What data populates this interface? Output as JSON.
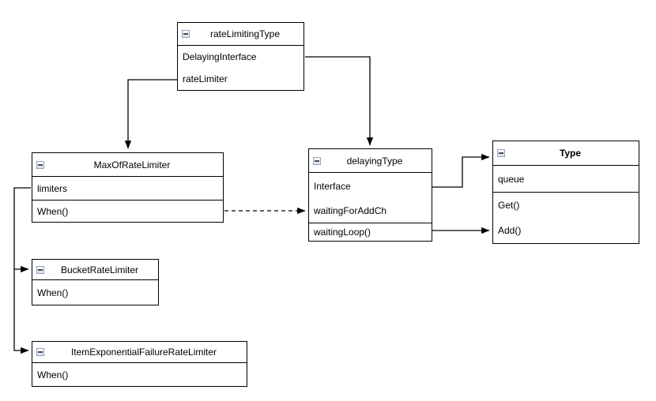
{
  "diagram": {
    "type": "uml-class-diagram",
    "background_color": "#ffffff",
    "line_color": "#000000",
    "box_border_color": "#000000",
    "box_fill_color": "#ffffff",
    "collapse_icon": {
      "name": "minus-square-collapse-icon",
      "border_color": "#8ea2bd",
      "glyph": "minus"
    },
    "classes": [
      {
        "title": "rateLimitingType",
        "fields": [
          "DelayingInterface",
          "rateLimiter"
        ],
        "methods": []
      },
      {
        "title": "MaxOfRateLimiter",
        "fields": [
          "limiters"
        ],
        "methods": [
          "When()"
        ]
      },
      {
        "title": "delayingType",
        "fields": [
          "Interface",
          "waitingForAddCh"
        ],
        "methods": [
          "waitingLoop()"
        ]
      },
      {
        "title": "Type",
        "fields": [
          "queue"
        ],
        "methods": [
          "Get()",
          "Add()"
        ]
      },
      {
        "title": "BucketRateLimiter",
        "fields": [],
        "methods": [
          "When()"
        ]
      },
      {
        "title": "ItemExponentialFailureRateLimiter",
        "fields": [],
        "methods": [
          "When()"
        ]
      }
    ],
    "edges": [
      {
        "from": "rateLimitingType.rateLimiter",
        "to": "MaxOfRateLimiter",
        "style": "solid",
        "arrow": "filled-triangle"
      },
      {
        "from": "rateLimitingType.DelayingInterface",
        "to": "delayingType",
        "style": "solid",
        "arrow": "filled-triangle"
      },
      {
        "from": "MaxOfRateLimiter.When()",
        "to": "delayingType.waitingForAddCh",
        "style": "dashed",
        "arrow": "filled-triangle"
      },
      {
        "from": "delayingType.Interface",
        "to": "Type",
        "style": "solid",
        "arrow": "filled-triangle"
      },
      {
        "from": "delayingType.waitingLoop()",
        "to": "Type.Add()",
        "style": "solid",
        "arrow": "filled-triangle"
      },
      {
        "from": "MaxOfRateLimiter.limiters",
        "to": "BucketRateLimiter",
        "style": "solid",
        "arrow": "filled-triangle"
      },
      {
        "from": "MaxOfRateLimiter.limiters",
        "to": "ItemExponentialFailureRateLimiter",
        "style": "solid",
        "arrow": "filled-triangle"
      }
    ]
  }
}
